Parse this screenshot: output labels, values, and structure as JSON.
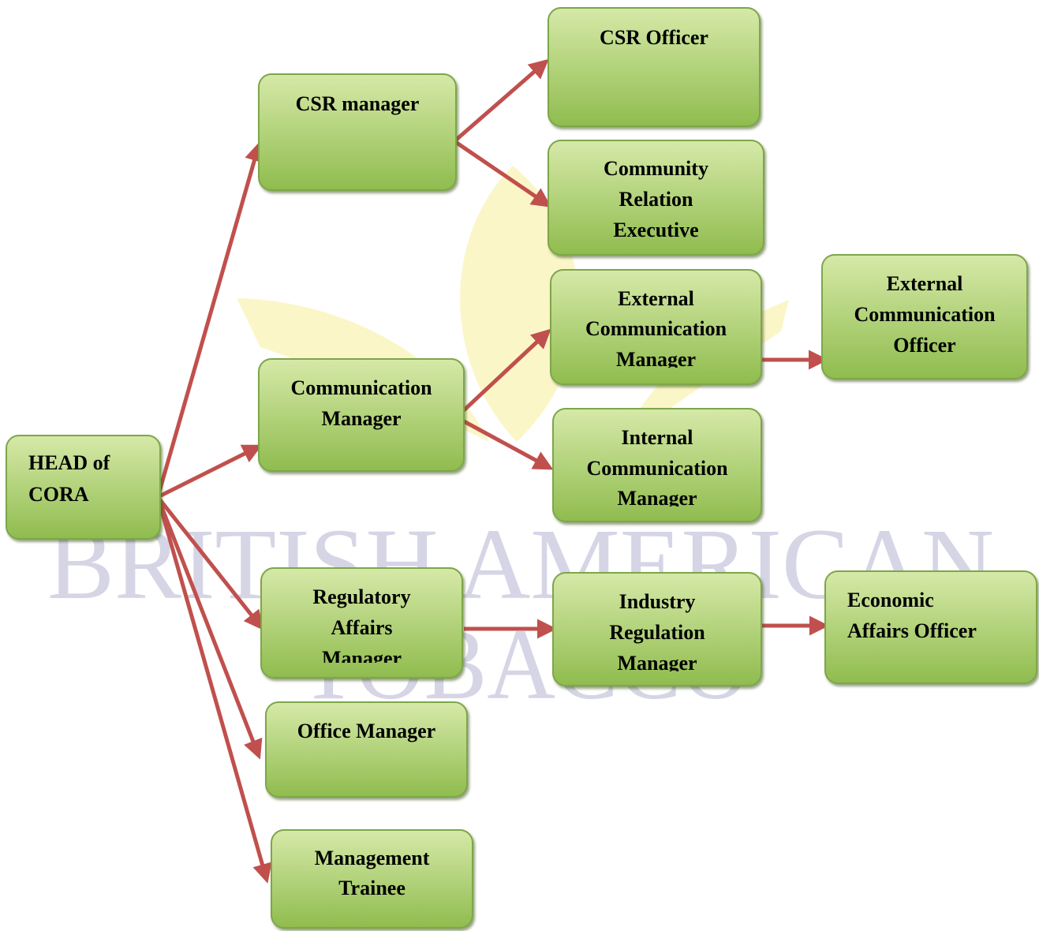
{
  "watermark": {
    "line1": "BRITISH AMERICAN",
    "line2": "TOBACCO"
  },
  "colors": {
    "box_top": "#d6e9a8",
    "box_bottom": "#8fbc4e",
    "box_border": "#7ea64a",
    "arrow": "#c0504d",
    "watermark_text": "#d5d5e6",
    "watermark_leaf": "#fbf6c8"
  },
  "nodes": [
    {
      "id": "head",
      "lines": [
        "HEAD of",
        "CORA"
      ],
      "align": "left"
    },
    {
      "id": "csr-manager",
      "lines": [
        "CSR manager"
      ]
    },
    {
      "id": "communication-manager",
      "lines": [
        "Communication",
        "Manager"
      ]
    },
    {
      "id": "regulatory-affairs-manager",
      "lines": [
        "Regulatory",
        "Affairs",
        "Manager"
      ]
    },
    {
      "id": "office-manager",
      "lines": [
        "Office Manager"
      ]
    },
    {
      "id": "management-trainee",
      "lines": [
        "Management",
        "Trainee"
      ]
    },
    {
      "id": "csr-officer",
      "lines": [
        "CSR Officer"
      ]
    },
    {
      "id": "community-relation-executive",
      "lines": [
        "Community",
        "Relation",
        "Executive"
      ]
    },
    {
      "id": "external-communication-manager",
      "lines": [
        "External",
        "Communication",
        "Manager"
      ]
    },
    {
      "id": "internal-communication-manager",
      "lines": [
        "Internal",
        "Communication",
        "Manager"
      ]
    },
    {
      "id": "industry-regulation-manager",
      "lines": [
        "Industry",
        "Regulation",
        "Manager"
      ]
    },
    {
      "id": "external-communication-officer",
      "lines": [
        "External",
        "Communication",
        "Officer"
      ]
    },
    {
      "id": "economic-affairs-officer",
      "lines": [
        "Economic",
        "Affairs Officer"
      ],
      "align": "left"
    }
  ],
  "edges": [
    {
      "from": "head",
      "to": "csr-manager"
    },
    {
      "from": "head",
      "to": "communication-manager"
    },
    {
      "from": "head",
      "to": "regulatory-affairs-manager"
    },
    {
      "from": "head",
      "to": "office-manager"
    },
    {
      "from": "head",
      "to": "management-trainee"
    },
    {
      "from": "csr-manager",
      "to": "csr-officer"
    },
    {
      "from": "csr-manager",
      "to": "community-relation-executive"
    },
    {
      "from": "communication-manager",
      "to": "external-communication-manager"
    },
    {
      "from": "communication-manager",
      "to": "internal-communication-manager"
    },
    {
      "from": "external-communication-manager",
      "to": "external-communication-officer"
    },
    {
      "from": "regulatory-affairs-manager",
      "to": "industry-regulation-manager"
    },
    {
      "from": "industry-regulation-manager",
      "to": "economic-affairs-officer"
    }
  ]
}
